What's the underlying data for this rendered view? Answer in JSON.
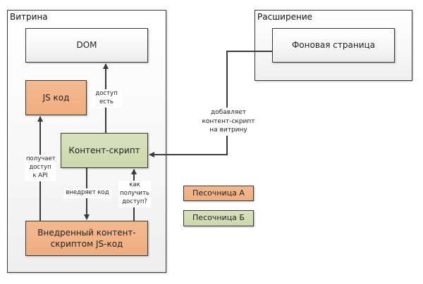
{
  "containers": {
    "showcase": {
      "title": "Витрина"
    },
    "extension": {
      "title": "Расширение"
    }
  },
  "nodes": {
    "dom": "DOM",
    "js_code": "JS код",
    "content_script": "Контент-скрипт",
    "injected_line1": "Внедренный контент-",
    "injected_line2": "скриптом JS-код",
    "background_page": "Фоновая страница"
  },
  "edges": {
    "access_line1": "доступ",
    "access_line2": "есть",
    "api_line1": "получает",
    "api_line2": "доступ",
    "api_line3": "к API",
    "injects": "внедряет код",
    "how_line1": "как",
    "how_line2": "получить",
    "how_line3": "доступ?",
    "adds_line1": "добавляет",
    "adds_line2": "контент-скрипт",
    "adds_line3": "на витрину"
  },
  "legend": {
    "sandbox_a": "Песочница А",
    "sandbox_b": "Песочница Б"
  },
  "colors": {
    "sandbox_a": "#f0ad7f",
    "sandbox_b": "#ccd8ab",
    "line": "#3a3a3a"
  }
}
